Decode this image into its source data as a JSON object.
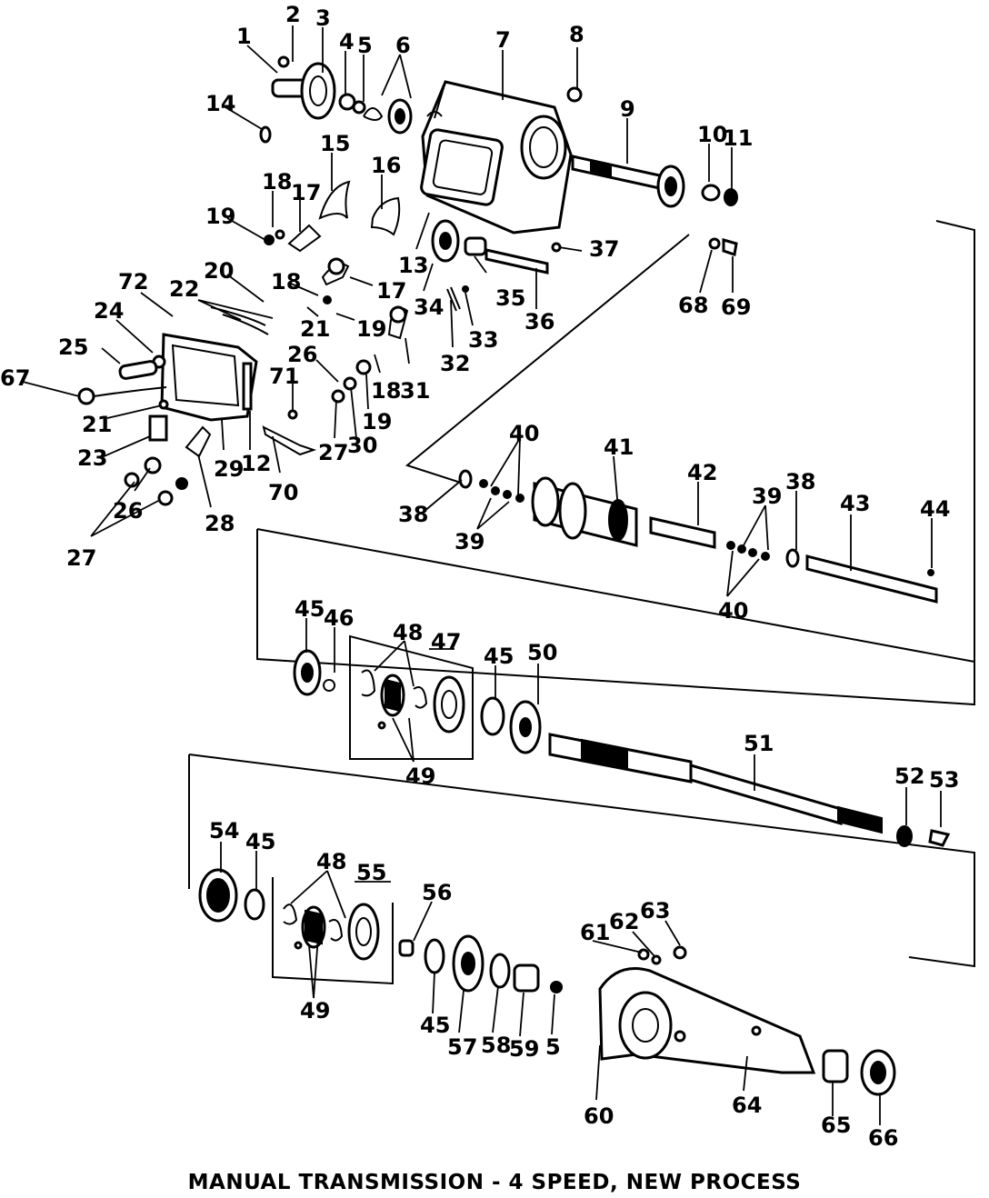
{
  "caption": "MANUAL TRANSMISSION - 4 SPEED, NEW PROCESS",
  "colors": {
    "ink": "#000000",
    "paper": "#ffffff"
  },
  "callouts": {
    "c1": "1",
    "c2": "2",
    "c3": "3",
    "c4": "4",
    "c5": "5",
    "c6": "6",
    "c7": "7",
    "c8": "8",
    "c9": "9",
    "c10": "10",
    "c11": "11",
    "c12": "12",
    "c13": "13",
    "c14": "14",
    "c15": "15",
    "c16": "16",
    "c17a": "17",
    "c17b": "17",
    "c18a": "18",
    "c18b": "18",
    "c18c": "18",
    "c19a": "19",
    "c19b": "19",
    "c19c": "19",
    "c20": "20",
    "c21a": "21",
    "c21b": "21",
    "c22": "22",
    "c23": "23",
    "c24": "24",
    "c25": "25",
    "c26a": "26",
    "c26b": "26",
    "c27a": "27",
    "c27b": "27",
    "c28": "28",
    "c29": "29",
    "c30": "30",
    "c31": "31",
    "c32": "32",
    "c33": "33",
    "c34": "34",
    "c35": "35",
    "c36": "36",
    "c37": "37",
    "c38a": "38",
    "c38b": "38",
    "c39a": "39",
    "c39b": "39",
    "c40a": "40",
    "c40b": "40",
    "c41": "41",
    "c42": "42",
    "c43": "43",
    "c44": "44",
    "c45a": "45",
    "c45b": "45",
    "c45c": "45",
    "c45d": "45",
    "c46": "46",
    "c47": "47",
    "c48a": "48",
    "c48b": "48",
    "c49a": "49",
    "c49b": "49",
    "c50": "50",
    "c51": "51",
    "c52": "52",
    "c53": "53",
    "c54": "54",
    "c55": "55",
    "c56": "56",
    "c57": "57",
    "c58": "58",
    "c59": "59",
    "c5b": "5",
    "c60": "60",
    "c61": "61",
    "c62": "62",
    "c63": "63",
    "c64": "64",
    "c65": "65",
    "c66": "66",
    "c67": "67",
    "c68": "68",
    "c69": "69",
    "c70": "70",
    "c71": "71",
    "c72": "72"
  }
}
